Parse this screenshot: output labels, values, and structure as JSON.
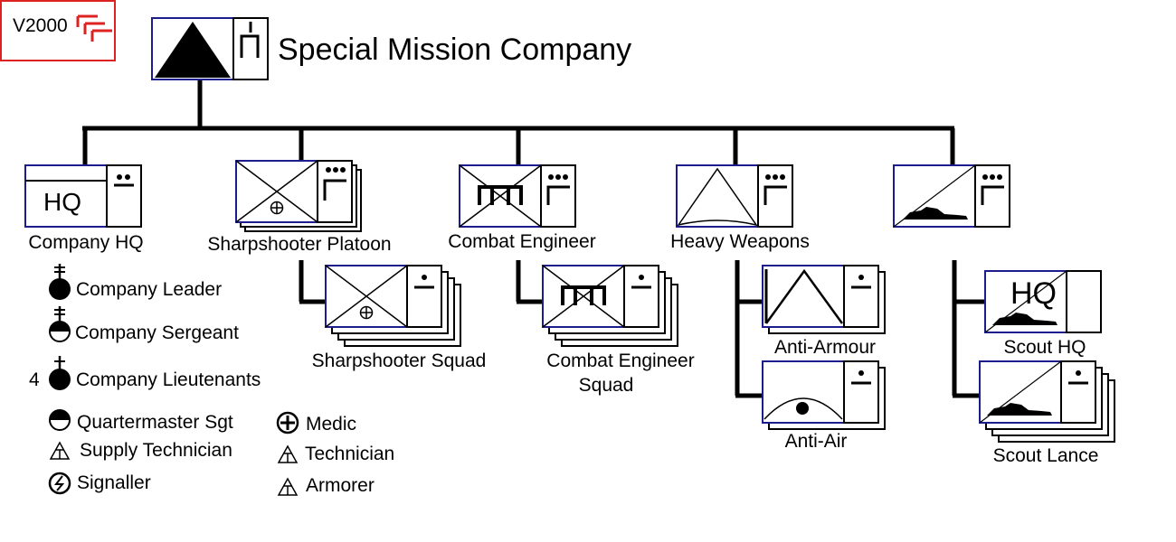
{
  "logo": {
    "text": "V2000",
    "color": "#dd2222"
  },
  "colors": {
    "frame": "#1c1c8c",
    "line": "#000000"
  },
  "title": "Special Mission Company",
  "units": [
    {
      "label": "Company HQ",
      "icon": "hq-icon",
      "symbol": "HQ"
    },
    {
      "label": "Sharpshooter Platoon",
      "icon": "sharpshooter-icon"
    },
    {
      "label": "Combat Engineer",
      "icon": "engineer-icon"
    },
    {
      "label": "Heavy Weapons",
      "icon": "heavy-weapons-icon"
    },
    {
      "label": "",
      "icon": "scout-mech-icon"
    }
  ],
  "subunits": [
    {
      "label": "Sharpshooter Squad",
      "icon": "sharpshooter-icon"
    },
    {
      "label": "Combat Engineer",
      "label2": "Squad",
      "icon": "engineer-icon"
    },
    {
      "label": "Anti-Armour",
      "icon": "anti-armour-icon"
    },
    {
      "label": "Anti-Air",
      "icon": "anti-air-icon"
    },
    {
      "label": "Scout HQ",
      "icon": "scout-hq-icon",
      "symbol": "HQ"
    },
    {
      "label": "Scout Lance",
      "icon": "scout-mech-icon"
    }
  ],
  "personnel": [
    {
      "label": "Company Leader",
      "icon": "rank-leader-icon",
      "count": ""
    },
    {
      "label": "Company Sergeant",
      "icon": "rank-sergeant-icon",
      "count": ""
    },
    {
      "label": "Company Lieutenants",
      "icon": "rank-lieutenant-icon",
      "count": "4"
    },
    {
      "label": "Quartermaster Sgt",
      "icon": "half-circle-icon",
      "count": ""
    },
    {
      "label": "Supply Technician",
      "icon": "technician-icon",
      "count": ""
    },
    {
      "label": "Signaller",
      "icon": "signal-icon",
      "count": ""
    },
    {
      "label": "Medic",
      "icon": "medic-icon",
      "count": ""
    },
    {
      "label": "Technician",
      "icon": "technician-icon",
      "count": ""
    },
    {
      "label": "Armorer",
      "icon": "technician-icon",
      "count": ""
    }
  ]
}
